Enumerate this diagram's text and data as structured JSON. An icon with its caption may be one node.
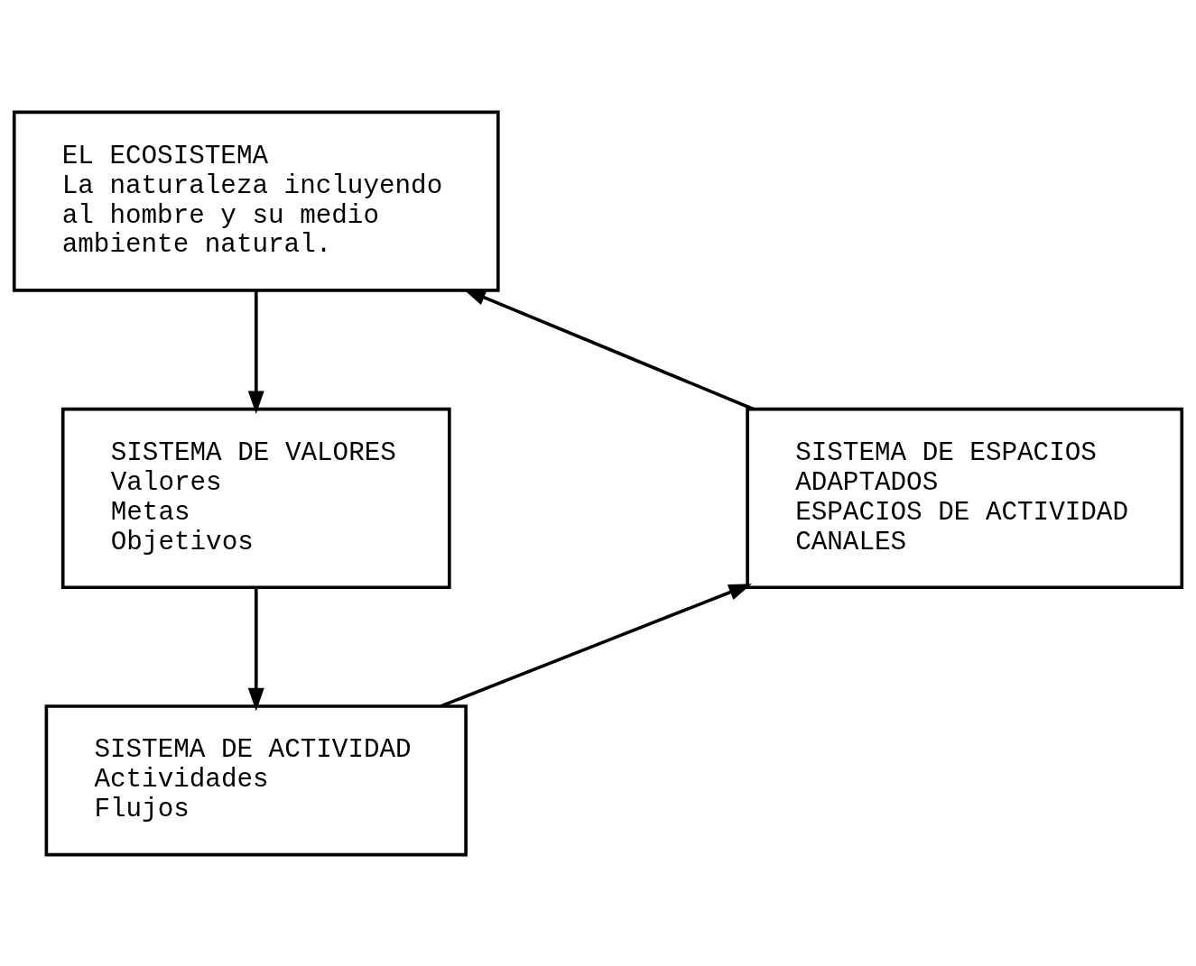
{
  "diagram": {
    "nodes": [
      {
        "text": [
          "EL ECOSISTEMA",
          "La naturaleza incluyendo al hombre y su medio ambiente natural."
        ]
      },
      {
        "text": [
          "SISTEMA DE VALORES",
          "Valores",
          "Metas",
          "Objetivos"
        ]
      },
      {
        "text": [
          "SISTEMA DE ESPACIOS ADAPTADOS",
          "ESPACIOS DE ACTIVIDAD",
          "CANALES"
        ]
      },
      {
        "text": [
          "SISTEMA DE ACTIVIDAD",
          "Actividades",
          "Flujos"
        ]
      }
    ],
    "edges": [
      {
        "from": 0,
        "to": 1,
        "arrow": "to"
      },
      {
        "from": 1,
        "to": 3,
        "arrow": "to"
      },
      {
        "from": 3,
        "to": 2,
        "arrow": "to"
      },
      {
        "from": 2,
        "to": 0,
        "arrow": "to"
      }
    ]
  }
}
